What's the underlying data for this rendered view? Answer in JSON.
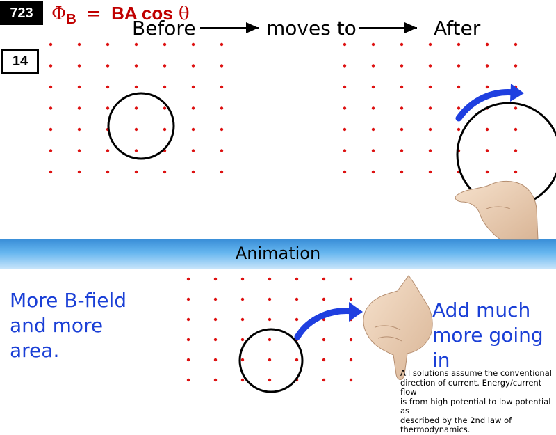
{
  "slide": {
    "number_badge": "723",
    "question_badge": "14"
  },
  "formula": {
    "lhs_symbol": "Φ",
    "lhs_subscript": "B",
    "equals": "=",
    "rhs_main": "BA cos",
    "rhs_angle": "θ"
  },
  "headline": {
    "before": "Before",
    "moves_to": "moves to",
    "after": "After"
  },
  "band": {
    "label": "Animation"
  },
  "left_caption": [
    "More B-field",
    "and more",
    "area."
  ],
  "right_caption": [
    "Add much",
    "more going",
    "in"
  ],
  "footnote": [
    "All solutions assume the conventional",
    "direction of current. Energy/current flow",
    "is from high potential to low potential as",
    "described by the 2nd law of",
    "thermodynamics."
  ],
  "colors": {
    "field_dot": "#dd1111",
    "arrow": "#1f3fe0",
    "formula": "#c00000",
    "caption": "#1a3fd6"
  },
  "icons": [
    "field-dots",
    "loop-circle",
    "curved-arrow-icon",
    "hand-icon",
    "straight-arrow-icon"
  ]
}
